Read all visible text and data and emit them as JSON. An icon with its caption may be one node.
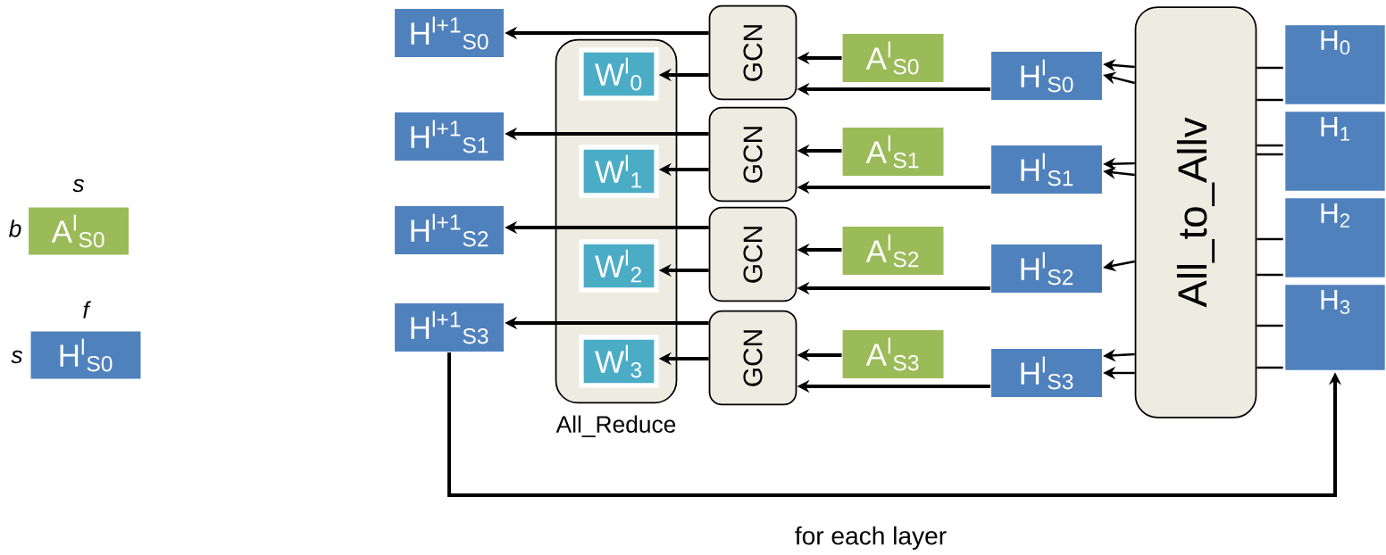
{
  "diagram": {
    "nodes": [
      {
        "text": [
          "A$^{l}$$_{S0}$"
        ],
        "beside": [
          "s",
          "b"
        ]
      },
      {
        "text": [
          "H$^{l}$$_{S0}$"
        ],
        "beside": [
          "f",
          "s"
        ]
      },
      {
        "text": [
          "H$^{l+1}$$_{S0}$"
        ]
      },
      {
        "text": [
          "H$^{l+1}$$_{S1}$"
        ]
      },
      {
        "text": [
          "H$^{l+1}$$_{S2}$"
        ]
      },
      {
        "text": [
          "H$^{l+1}$$_{S3}$"
        ]
      },
      {
        "text": [
          "All_Reduce"
        ]
      },
      {
        "text": [
          "W$^{l}$$_{0}$"
        ],
        "in": 6
      },
      {
        "text": [
          "W$^{l}$$_{1}$"
        ],
        "in": 6
      },
      {
        "text": [
          "W$^{l}$$_{2}$"
        ],
        "in": 6
      },
      {
        "text": [
          "W$^{l}$$_{3}$"
        ],
        "in": 6
      },
      {
        "text": [
          "GCN"
        ]
      },
      {
        "text": [
          "GCN"
        ]
      },
      {
        "text": [
          "GCN"
        ]
      },
      {
        "text": [
          "GCN"
        ]
      },
      {
        "text": [
          "A$^{l}$$_{S0}$"
        ]
      },
      {
        "text": [
          "A$^{l}$$_{S1}$"
        ]
      },
      {
        "text": [
          "A$^{l}$$_{S2}$"
        ]
      },
      {
        "text": [
          "A$^{l}$$_{S3}$"
        ]
      },
      {
        "text": [
          "H$^{l}$$_{S0}$"
        ]
      },
      {
        "text": [
          "H$^{l}$$_{S1}$"
        ]
      },
      {
        "text": [
          "H$^{l}$$_{S2}$"
        ]
      },
      {
        "text": [
          "H$^{l}$$_{S3}$"
        ]
      },
      {
        "text": [
          "All_to_Allv"
        ]
      },
      {
        "text": [
          "H$_{0}$"
        ]
      },
      {
        "text": [
          "H$_{1}$"
        ]
      },
      {
        "text": [
          "H$_{2}$"
        ]
      },
      {
        "text": [
          "H$_{3}$"
        ]
      }
    ],
    "edges": [
      {
        "from": 11,
        "to": 2,
        "arrow": "to"
      },
      {
        "from": 12,
        "to": 3,
        "arrow": "to"
      },
      {
        "from": 13,
        "to": 4,
        "arrow": "to"
      },
      {
        "from": 14,
        "to": 5,
        "arrow": "to"
      },
      {
        "from": 11,
        "to": 7,
        "arrow": "to"
      },
      {
        "from": 12,
        "to": 8,
        "arrow": "to"
      },
      {
        "from": 13,
        "to": 9,
        "arrow": "to"
      },
      {
        "from": 14,
        "to": 10,
        "arrow": "to"
      },
      {
        "from": 15,
        "to": 11,
        "arrow": "to"
      },
      {
        "from": 16,
        "to": 12,
        "arrow": "to"
      },
      {
        "from": 17,
        "to": 13,
        "arrow": "to"
      },
      {
        "from": 18,
        "to": 14,
        "arrow": "to"
      },
      {
        "from": 19,
        "to": 11,
        "arrow": "to"
      },
      {
        "from": 20,
        "to": 12,
        "arrow": "to"
      },
      {
        "from": 21,
        "to": 13,
        "arrow": "to"
      },
      {
        "from": 22,
        "to": 14,
        "arrow": "to"
      },
      {
        "from": 23,
        "to": 19,
        "arrow": "to"
      },
      {
        "from": 23,
        "to": 19,
        "arrow": "to"
      },
      {
        "from": 23,
        "to": 20,
        "arrow": "to"
      },
      {
        "from": 23,
        "to": 20,
        "arrow": "to"
      },
      {
        "from": 23,
        "to": 21,
        "arrow": "to"
      },
      {
        "from": 23,
        "to": 22,
        "arrow": "to"
      },
      {
        "from": 23,
        "to": 22,
        "arrow": "to"
      },
      {
        "from": 24,
        "to": 23,
        "arrow": "none"
      },
      {
        "from": 24,
        "to": 23,
        "arrow": "none"
      },
      {
        "from": 25,
        "to": 23,
        "arrow": "none"
      },
      {
        "from": 25,
        "to": 23,
        "arrow": "none"
      },
      {
        "from": 26,
        "to": 23,
        "arrow": "none"
      },
      {
        "from": 26,
        "to": 23,
        "arrow": "none"
      },
      {
        "from": 27,
        "to": 23,
        "arrow": "none"
      },
      {
        "from": 27,
        "to": 23,
        "arrow": "none"
      },
      {
        "from": 5,
        "to": 27,
        "arrow": "to",
        "label": "for each layer"
      }
    ]
  }
}
